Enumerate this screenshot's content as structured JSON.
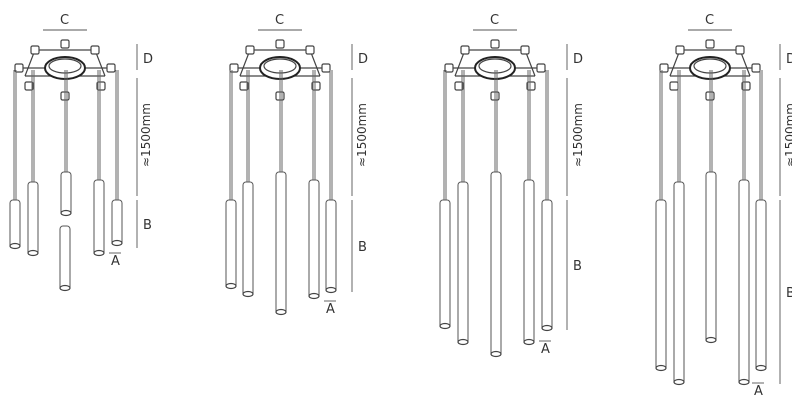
{
  "labels": {
    "c": "C",
    "d": "D",
    "b": "B",
    "a": "A",
    "length": "≈1500mm"
  },
  "variants": [
    {
      "id": "v1"
    },
    {
      "id": "v2"
    },
    {
      "id": "v3"
    },
    {
      "id": "v4"
    }
  ]
}
